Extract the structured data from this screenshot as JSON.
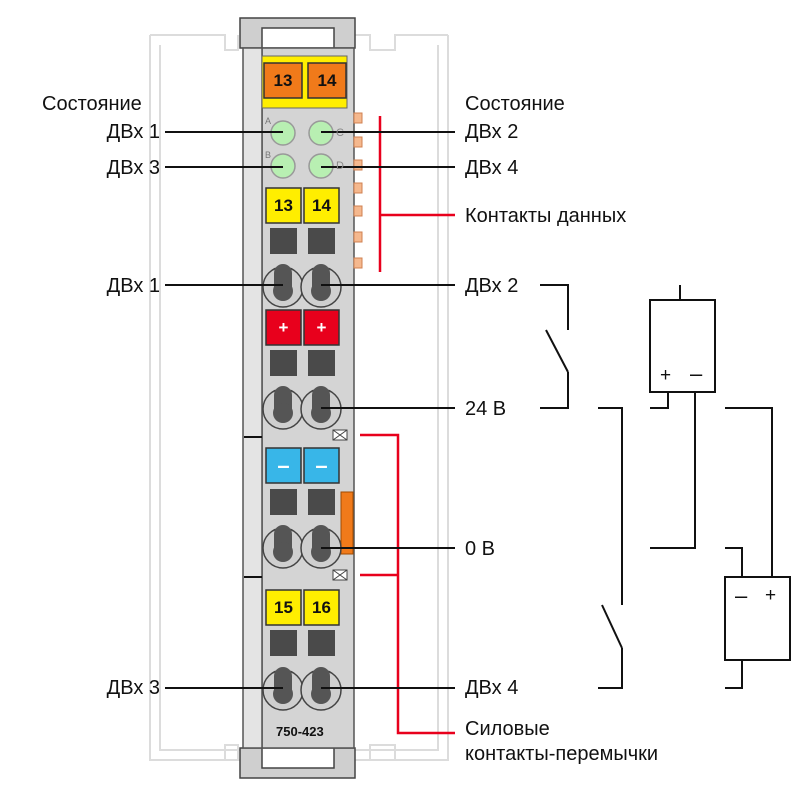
{
  "colors": {
    "orange": "#f07a1a",
    "yellow": "#ffee00",
    "red": "#e8001c",
    "blue": "#38b6e8",
    "led_green": "#b8efb2",
    "housing": "#d4d4d4",
    "terminal_dark": "#4a4a4a",
    "leader_red": "#e8001c",
    "jumper_orange": "#f5b88e"
  },
  "module": {
    "part_number": "750-423",
    "top_markers": [
      "13",
      "14"
    ],
    "led_letters": [
      "A",
      "B",
      "C",
      "D"
    ],
    "rows": [
      {
        "type": "yellow",
        "left": "13",
        "right": "14"
      },
      {
        "type": "red",
        "left": "+",
        "right": "+"
      },
      {
        "type": "blue",
        "left": "–",
        "right": "–"
      },
      {
        "type": "yellow",
        "left": "15",
        "right": "16"
      }
    ]
  },
  "labels": {
    "left_status_title": "Состояние",
    "right_status_title": "Состояние",
    "led_a": "ДВх 1",
    "led_b": "ДВх 3",
    "led_c": "ДВх 2",
    "led_d": "ДВх 4",
    "data_contacts": "Контакты данных",
    "in1": "ДВх 1",
    "in2": "ДВх 2",
    "supply_24v": "24 В",
    "zero_v": "0 В",
    "in3": "ДВх 3",
    "in4": "ДВх 4",
    "power_jumpers_line1": "Силовые",
    "power_jumpers_line2": "контакты-перемычки"
  },
  "sources": {
    "upper_polarity": [
      "+",
      "–"
    ],
    "lower_polarity": [
      "–",
      "+"
    ]
  }
}
